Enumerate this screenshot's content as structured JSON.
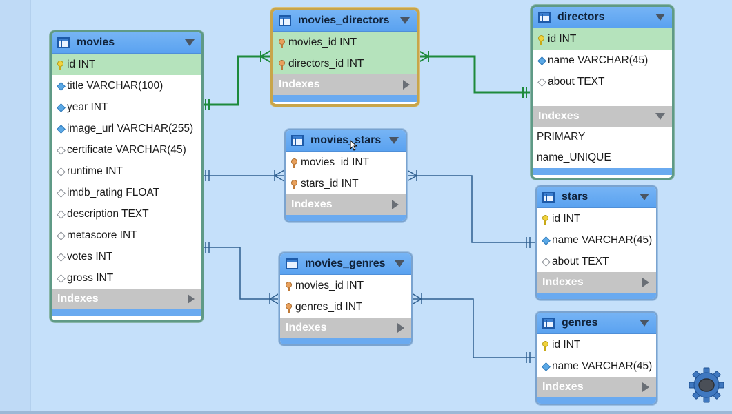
{
  "diagram": {
    "tables": {
      "movies": {
        "name": "movies",
        "columns": [
          {
            "label": "id INT",
            "icon": "primary-key-icon"
          },
          {
            "label": "title VARCHAR(100)",
            "icon": "not-null-column-icon"
          },
          {
            "label": "year INT",
            "icon": "not-null-column-icon"
          },
          {
            "label": "image_url VARCHAR(255)",
            "icon": "not-null-column-icon"
          },
          {
            "label": "certificate VARCHAR(45)",
            "icon": "nullable-column-icon"
          },
          {
            "label": "runtime INT",
            "icon": "nullable-column-icon"
          },
          {
            "label": "imdb_rating FLOAT",
            "icon": "nullable-column-icon"
          },
          {
            "label": "description TEXT",
            "icon": "nullable-column-icon"
          },
          {
            "label": "metascore INT",
            "icon": "nullable-column-icon"
          },
          {
            "label": "votes INT",
            "icon": "nullable-column-icon"
          },
          {
            "label": "gross INT",
            "icon": "nullable-column-icon"
          }
        ],
        "indexes_label": "Indexes"
      },
      "movies_directors": {
        "name": "movies_directors",
        "columns": [
          {
            "label": "movies_id INT",
            "icon": "foreign-key-icon"
          },
          {
            "label": "directors_id INT",
            "icon": "foreign-key-icon"
          }
        ],
        "indexes_label": "Indexes"
      },
      "directors": {
        "name": "directors",
        "columns": [
          {
            "label": "id INT",
            "icon": "primary-key-icon"
          },
          {
            "label": "name VARCHAR(45)",
            "icon": "not-null-column-icon"
          },
          {
            "label": "about TEXT",
            "icon": "nullable-column-icon"
          }
        ],
        "indexes_label": "Indexes",
        "indexes": [
          "PRIMARY",
          "name_UNIQUE"
        ]
      },
      "movies_stars": {
        "name": "movies_stars",
        "columns": [
          {
            "label": "movies_id INT",
            "icon": "foreign-key-icon"
          },
          {
            "label": "stars_id INT",
            "icon": "foreign-key-icon"
          }
        ],
        "indexes_label": "Indexes"
      },
      "stars": {
        "name": "stars",
        "columns": [
          {
            "label": "id INT",
            "icon": "primary-key-icon"
          },
          {
            "label": "name VARCHAR(45)",
            "icon": "not-null-column-icon"
          },
          {
            "label": "about TEXT",
            "icon": "nullable-column-icon"
          }
        ],
        "indexes_label": "Indexes"
      },
      "movies_genres": {
        "name": "movies_genres",
        "columns": [
          {
            "label": "movies_id INT",
            "icon": "foreign-key-icon"
          },
          {
            "label": "genres_id INT",
            "icon": "foreign-key-icon"
          }
        ],
        "indexes_label": "Indexes"
      },
      "genres": {
        "name": "genres",
        "columns": [
          {
            "label": "id INT",
            "icon": "primary-key-icon"
          },
          {
            "label": "name VARCHAR(45)",
            "icon": "not-null-column-icon"
          }
        ],
        "indexes_label": "Indexes"
      }
    },
    "relationships": [
      {
        "from": "movies",
        "to": "movies_directors",
        "highlighted": true
      },
      {
        "from": "directors",
        "to": "movies_directors",
        "highlighted": true
      },
      {
        "from": "movies",
        "to": "movies_stars",
        "highlighted": false
      },
      {
        "from": "stars",
        "to": "movies_stars",
        "highlighted": false
      },
      {
        "from": "movies",
        "to": "movies_genres",
        "highlighted": false
      },
      {
        "from": "genres",
        "to": "movies_genres",
        "highlighted": false
      }
    ],
    "colors": {
      "canvas": "#c5e0fa",
      "table_header": "#5aa2f0",
      "primary_key_row": "#b5e3bc",
      "indexes_bar": "#c5c5c5",
      "link_normal": "#2f5f8f",
      "link_highlight": "#1e8a3c",
      "selection_gold": "#c8a54a"
    }
  }
}
